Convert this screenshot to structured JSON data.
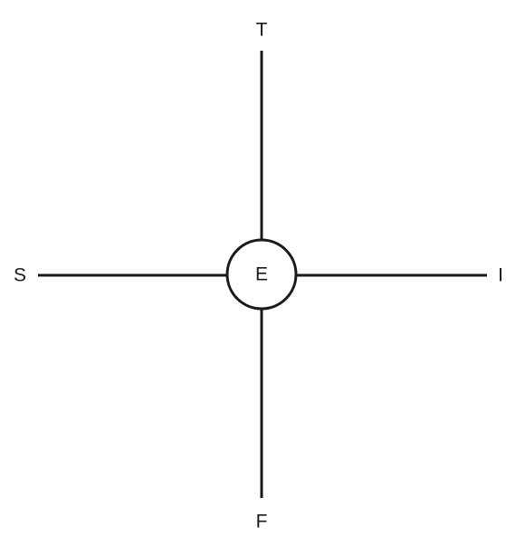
{
  "diagram": {
    "top_label": "T",
    "bottom_label": "F",
    "left_label": "S",
    "right_label": "I",
    "center_label": "E"
  },
  "colors": {
    "stroke": "#1a1a1a",
    "background": "#ffffff"
  }
}
